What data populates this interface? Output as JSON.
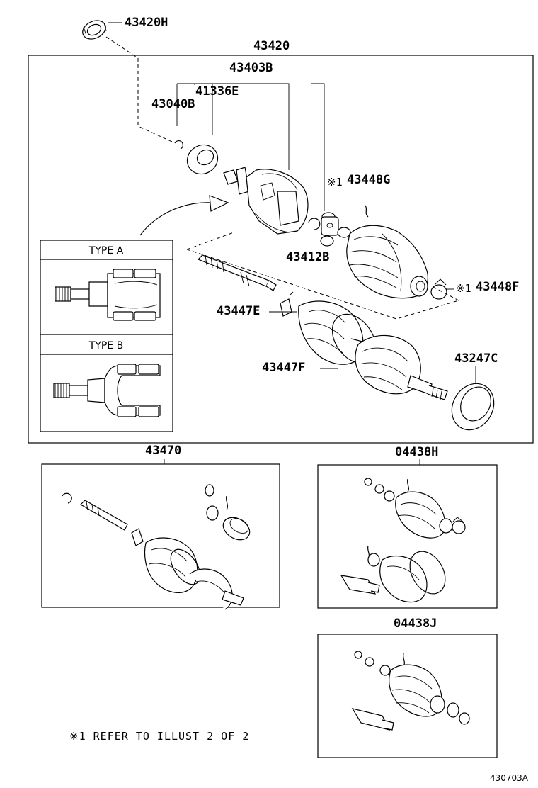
{
  "parts": {
    "p43420H": "43420H",
    "p43420": "43420",
    "p43403B": "43403B",
    "p41336E": "41336E",
    "p43040B": "43040B",
    "p43448G": "43448G",
    "p43412B": "43412B",
    "p43448F": "43448F",
    "p43447E": "43447E",
    "p43447F": "43447F",
    "p43247C": "43247C",
    "p43470": "43470",
    "p04438H": "04438H",
    "p04438J": "04438J"
  },
  "refmark": "※1",
  "types": {
    "a": "TYPE A",
    "b": "TYPE B"
  },
  "footnote": "※1 REFER TO ILLUST 2 OF 2",
  "illustration_code": "430703A"
}
